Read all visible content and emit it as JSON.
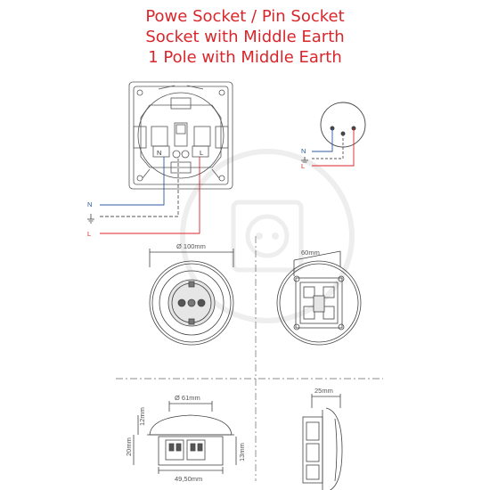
{
  "titles": {
    "line1": "Powe Socket / Pin Socket",
    "line2": "Socket with Middle Earth",
    "line3": "1 Pole with Middle Earth"
  },
  "wiring": {
    "neutral": "N",
    "live": "L",
    "terminal_n": "N",
    "terminal_l": "L",
    "neutral_color": "#2c5aa0",
    "live_color": "#d9262b"
  },
  "dimensions": {
    "front_diameter": "Ø 100mm",
    "inner_width": "60mm",
    "side_diameter": "Ø 61mm",
    "height_top": "12mm",
    "height_body": "20mm",
    "base_width": "49,50mm",
    "base_height": "13mm",
    "depth": "25mm"
  },
  "colors": {
    "title": "#d9262b",
    "line": "#444444"
  }
}
